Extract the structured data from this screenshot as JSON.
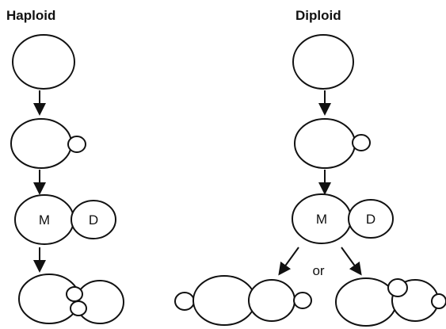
{
  "titles": {
    "haploid": "Haploid",
    "diploid": "Diploid"
  },
  "labels": {
    "mother": "M",
    "daughter": "D",
    "or": "or"
  }
}
